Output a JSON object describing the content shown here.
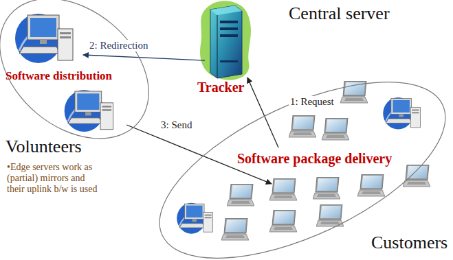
{
  "diagram": {
    "nodes": [
      {
        "text": [
          "Software distribution"
        ]
      },
      {
        "text": [
          "Central server",
          "Tracker"
        ]
      },
      {
        "text": [
          "Software package delivery",
          "Customers"
        ]
      }
    ],
    "edges": [
      {
        "from": 2,
        "to": 1,
        "arrow": "to",
        "label": "1: Request"
      },
      {
        "from": 1,
        "to": 0,
        "arrow": "to",
        "label": "2: Redirection"
      },
      {
        "from": 0,
        "to": 2,
        "arrow": "to",
        "label": "3: Send"
      }
    ],
    "labels": [
      "Volunteers",
      "•Edge servers work as (partial) mirrors and their uplink b/w is used"
    ]
  }
}
